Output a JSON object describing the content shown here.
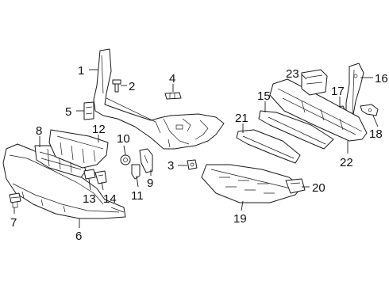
{
  "diagram": {
    "colors": {
      "line": "#1a1a1a",
      "text": "#111111",
      "background": "#ffffff"
    },
    "callouts": [
      {
        "id": "c1",
        "text": "1"
      },
      {
        "id": "c2",
        "text": "2"
      },
      {
        "id": "c3",
        "text": "3"
      },
      {
        "id": "c4",
        "text": "4"
      },
      {
        "id": "c5",
        "text": "5"
      },
      {
        "id": "c6",
        "text": "6"
      },
      {
        "id": "c7",
        "text": "7"
      },
      {
        "id": "c8",
        "text": "8"
      },
      {
        "id": "c9",
        "text": "9"
      },
      {
        "id": "c10",
        "text": "10"
      },
      {
        "id": "c11",
        "text": "11"
      },
      {
        "id": "c12",
        "text": "12"
      },
      {
        "id": "c13",
        "text": "13"
      },
      {
        "id": "c14",
        "text": "14"
      },
      {
        "id": "c15",
        "text": "15"
      },
      {
        "id": "c16",
        "text": "16"
      },
      {
        "id": "c17",
        "text": "17"
      },
      {
        "id": "c18",
        "text": "18"
      },
      {
        "id": "c19",
        "text": "19"
      },
      {
        "id": "c20",
        "text": "20"
      },
      {
        "id": "c21",
        "text": "21"
      },
      {
        "id": "c22",
        "text": "22"
      },
      {
        "id": "c23",
        "text": "23"
      }
    ]
  }
}
